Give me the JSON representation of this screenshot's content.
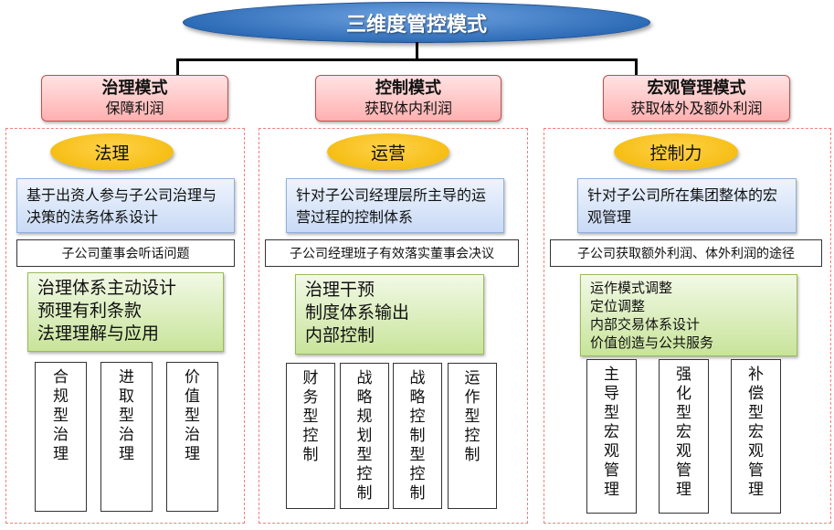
{
  "title": "三维度管控模式",
  "columns": [
    {
      "mode": "治理模式",
      "profit": "保障利润",
      "core": "法理",
      "desc": "基于出资人参与子公司治理与决策的法务体系设计",
      "question": "子公司董事会听话问题",
      "measures": [
        "治理体系主动设计",
        "预理有利条款",
        "法理理解与应用"
      ],
      "types": [
        "合规型治理",
        "进取型治理",
        "价值型治理"
      ]
    },
    {
      "mode": "控制模式",
      "profit": "获取体内利润",
      "core": "运营",
      "desc": "针对子公司经理层所主导的运营过程的控制体系",
      "question": "子公司经理班子有效落实董事会决议",
      "measures": [
        "治理干预",
        "制度体系输出",
        "内部控制"
      ],
      "types": [
        "财务型控制",
        "战略规划型控制",
        "战略控制型控制",
        "运作型控制"
      ]
    },
    {
      "mode": "宏观管理模式",
      "profit": "获取体外及额外利润",
      "core": "控制力",
      "desc": "针对子公司所在集团整体的宏观管理",
      "question": "子公司获取额外利润、体外利润的途径",
      "measures": [
        "运作模式调整",
        "定位调整",
        "内部交易体系设计",
        "价值创造与公共服务"
      ],
      "types": [
        "主导型宏观管理",
        "强化型宏观管理",
        "补偿型宏观管理"
      ]
    }
  ]
}
